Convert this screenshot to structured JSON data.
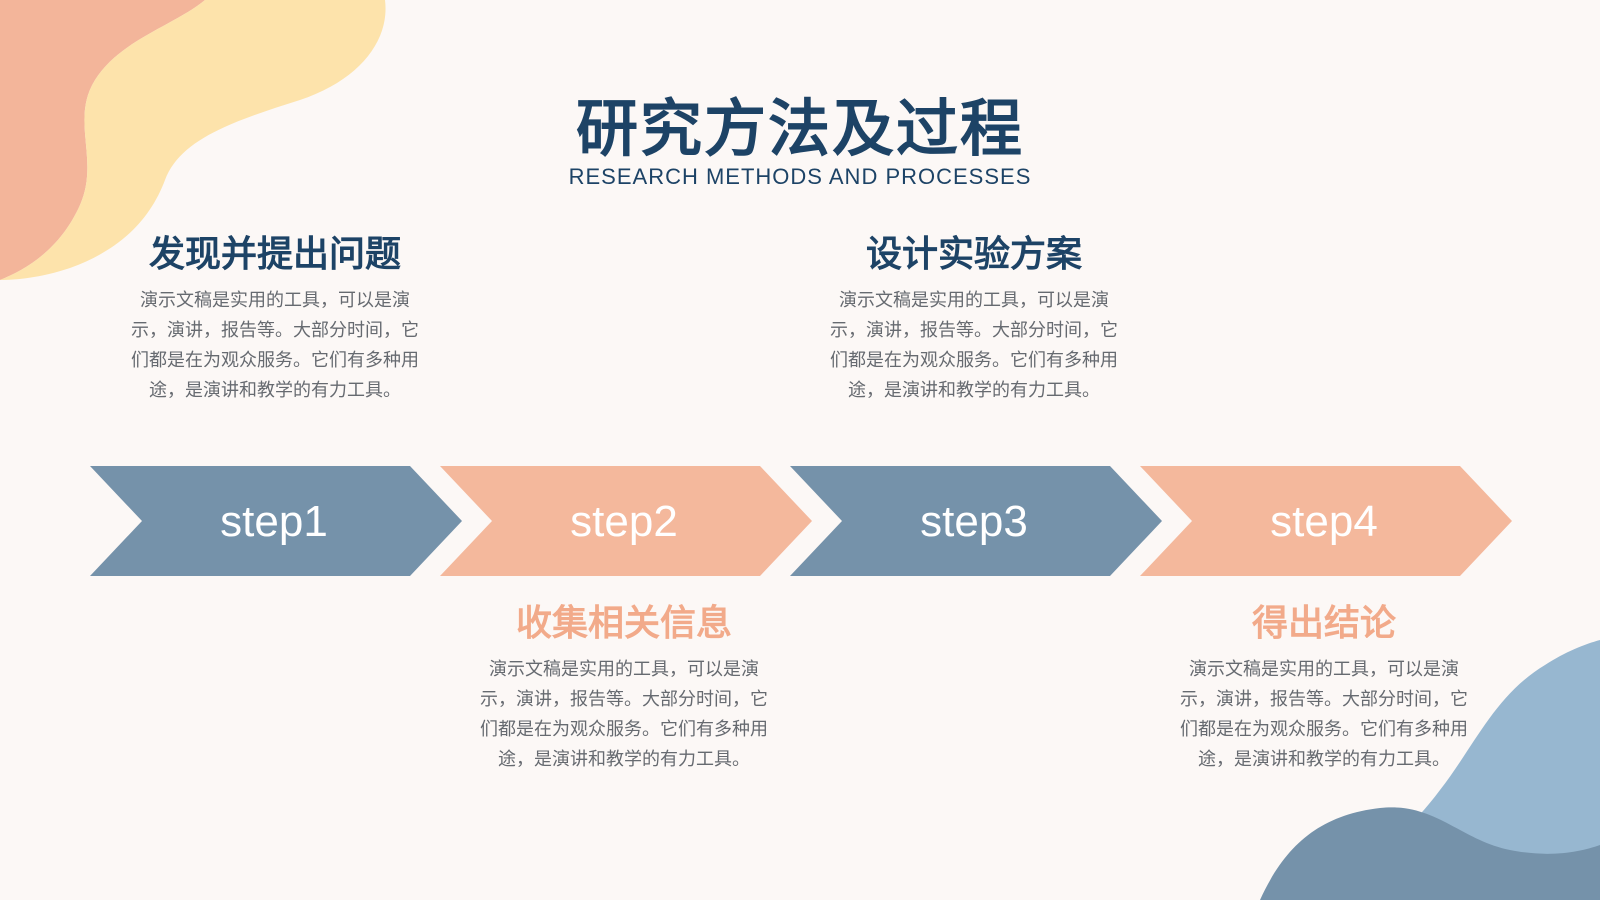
{
  "title": "研究方法及过程",
  "subtitle": "RESEARCH METHODS AND PROCESSES",
  "colors": {
    "navy": "#1d4366",
    "blue_arrow": "#7592aa",
    "peach_arrow": "#f4b89c",
    "peach_text": "#f2aa8a",
    "body_text": "#666a70",
    "background": "#fcf8f6"
  },
  "steps": [
    {
      "label": "step1",
      "heading": "发现并提出问题",
      "description": "演示文稿是实用的工具，可以是演示，演讲，报告等。大部分时间，它们都是在为观众服务。它们有多种用途，是演讲和教学的有力工具。"
    },
    {
      "label": "step2",
      "heading": "收集相关信息",
      "description": "演示文稿是实用的工具，可以是演示，演讲，报告等。大部分时间，它们都是在为观众服务。它们有多种用途，是演讲和教学的有力工具。"
    },
    {
      "label": "step3",
      "heading": "设计实验方案",
      "description": "演示文稿是实用的工具，可以是演示，演讲，报告等。大部分时间，它们都是在为观众服务。它们有多种用途，是演讲和教学的有力工具。"
    },
    {
      "label": "step4",
      "heading": "得出结论",
      "description": "演示文稿是实用的工具，可以是演示，演讲，报告等。大部分时间，它们都是在为观众服务。它们有多种用途，是演讲和教学的有力工具。"
    }
  ]
}
